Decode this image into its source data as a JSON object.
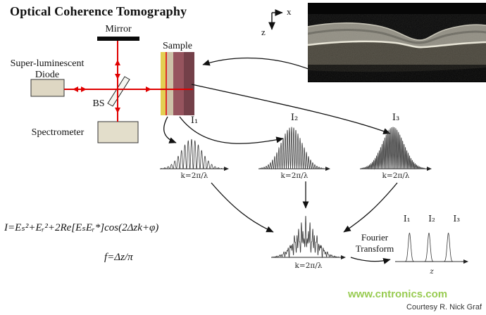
{
  "title": "Optical Coherence Tomography",
  "coords": {
    "x_label": "x",
    "z_label": "z"
  },
  "schematic": {
    "mirror_label": "Mirror",
    "sample_label": "Sample",
    "diode_label": "Super-luminescent Diode",
    "beamsplitter_label": "BS",
    "spectrometer_label": "Spectrometer"
  },
  "equations": {
    "interference": "I=Eₛ²+Eᵣ²+2Re[EₛEᵣ*]cos(2Δzk+φ)",
    "frequency": "f=Δz/π"
  },
  "fourier_label": "Fourier Transform",
  "watermark": "www.cntronics.com",
  "credit": "Courtesy R. Nick Graf",
  "colors": {
    "beam": "#e00000",
    "accent_green": "#8dc63f",
    "ink": "#111111"
  },
  "plots": {
    "i1": {
      "label": "I₁",
      "axis_label": "k=2π/λ",
      "type": "fringes",
      "cycles": 18,
      "sigma": 0.17,
      "height": 0.75
    },
    "i2": {
      "label": "I₂",
      "axis_label": "k=2π/λ",
      "type": "fringes",
      "cycles": 30,
      "sigma": 0.17,
      "height": 0.93
    },
    "i3": {
      "label": "I₃",
      "axis_label": "k=2π/λ",
      "type": "fringes",
      "cycles": 46,
      "sigma": 0.17,
      "height": 0.93
    },
    "sum": {
      "axis_label": "k=2π/λ",
      "type": "sum",
      "cycles_list": [
        18,
        30,
        46
      ],
      "sigma": 0.17,
      "height": 0.95
    },
    "ft": {
      "labels": [
        "I₁",
        "I₂",
        "I₃"
      ],
      "axis_label": "z",
      "type": "peaks",
      "centers": [
        0.2,
        0.5,
        0.8
      ],
      "width": 0.02,
      "height": 0.88
    }
  }
}
